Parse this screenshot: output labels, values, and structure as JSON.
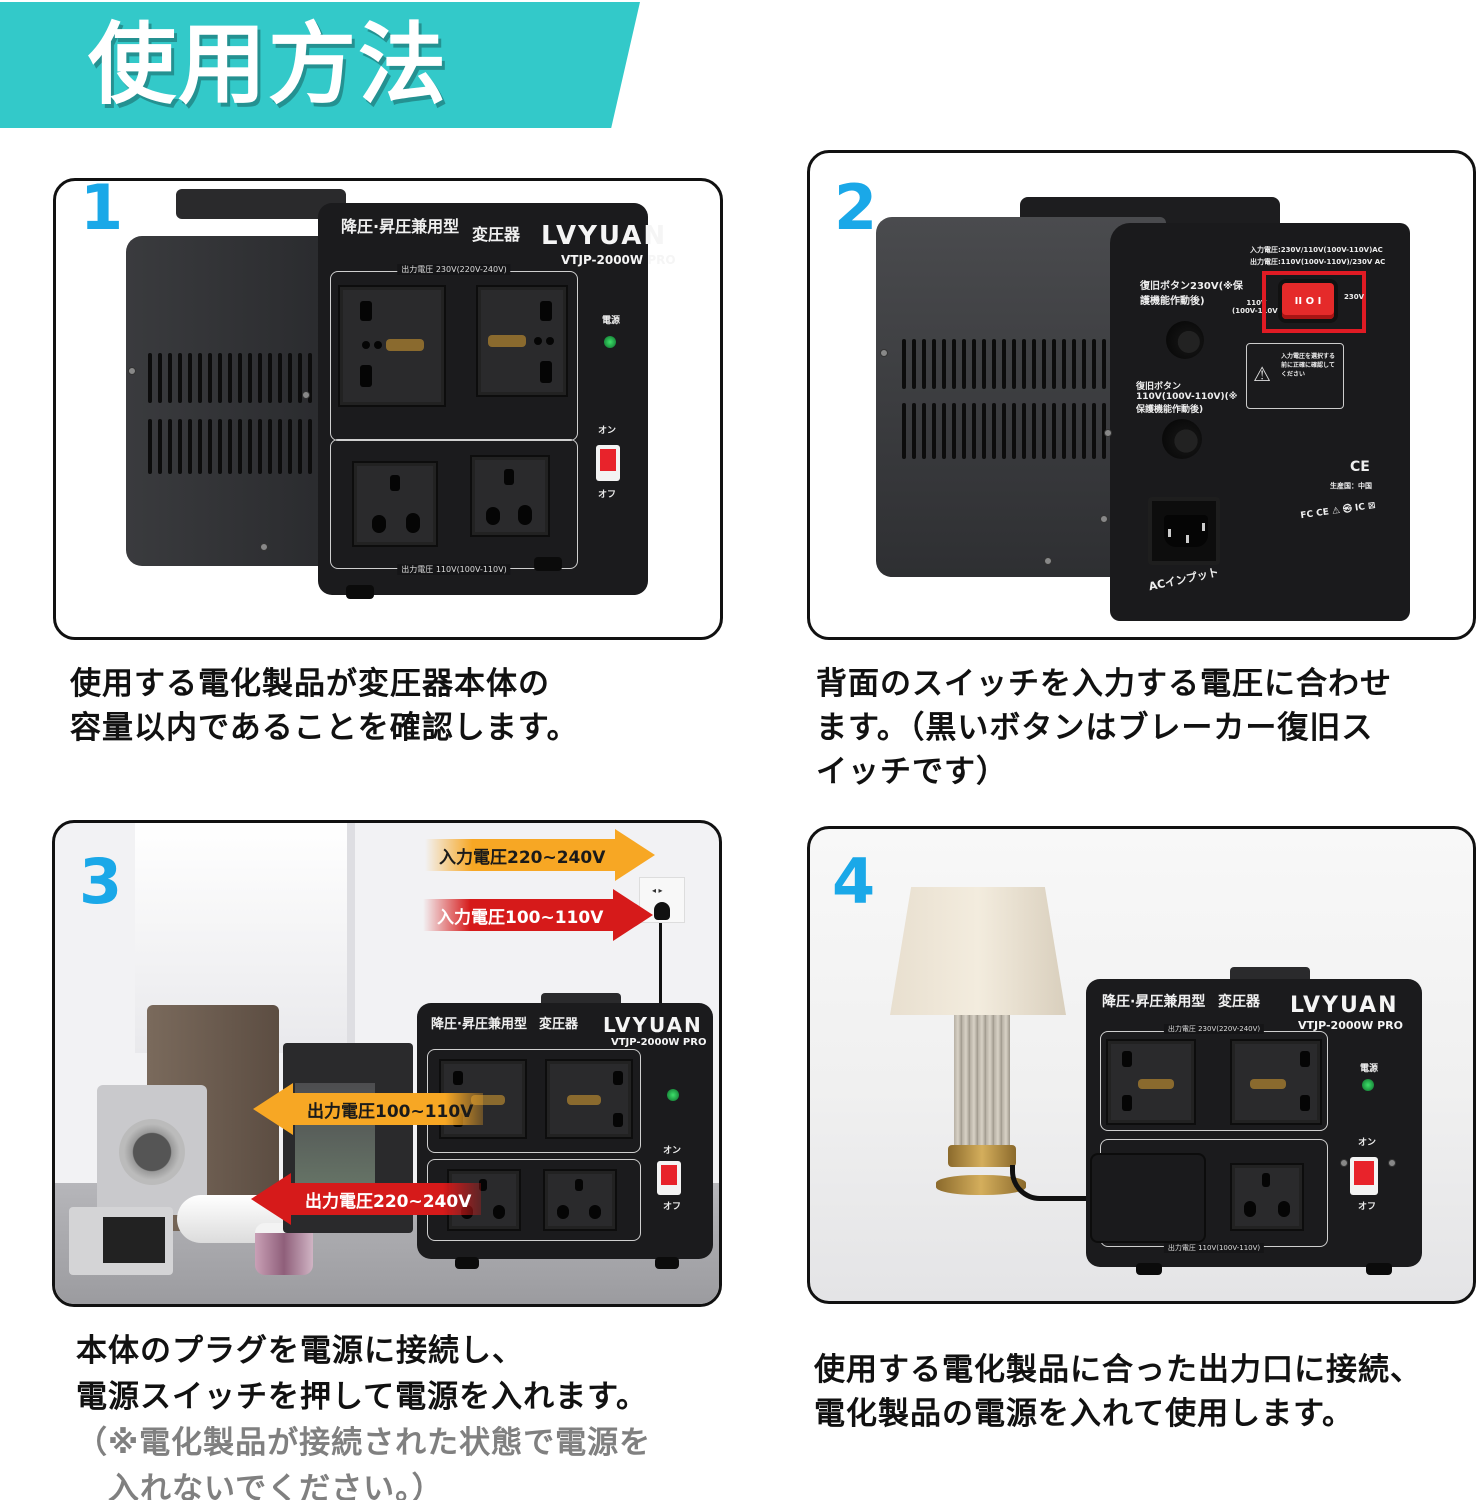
{
  "header": {
    "title": "使用方法",
    "banner_color": "#33c9c9"
  },
  "accent_number_color": "#1aa8e8",
  "product": {
    "type_label": "降圧·昇圧兼用型",
    "device_label": "変圧器",
    "brand": "LVYUAN",
    "model": "VTJP-2000W PRO",
    "output_high_label": "出力電圧 230V(220V-240V)",
    "output_low_label": "出力電圧 110V(100V-110V)",
    "power_led_label": "電源",
    "switch_on_label": "オン",
    "switch_off_label": "オフ"
  },
  "steps": [
    {
      "number": "1",
      "caption_lines": [
        "使用する電化製品が変圧器本体の",
        "容量以内であることを確認します。"
      ]
    },
    {
      "number": "2",
      "caption_lines": [
        "背面のスイッチを入力する電圧に合わせ",
        "ます。（黒いボタンはブレーカー復旧ス",
        "イッチです）"
      ],
      "rear_panel": {
        "spec_line_1": "入力電圧:230V/110V(100V-110V)AC",
        "spec_line_2": "出力電圧:110V(100V-110V)/230V AC",
        "reset_230_label_1": "復旧ボタン230V(※保",
        "reset_230_label_2": "護機能作動後)",
        "reset_110_label_1": "復旧ボタン",
        "reset_110_label_2": "110V(100V-110V)(※",
        "reset_110_label_3": "保護機能作動後)",
        "selector_left_1": "110V",
        "selector_left_2": "(100V-110V)",
        "selector_right": "230V",
        "warning_text": "入力電圧を選択する前に正確に確認してください",
        "ce_mark": "CE",
        "origin_label": "生産国：中国",
        "cert_marks": "FC CE ⚠ ㉿ IC ⊠",
        "ac_input_label": "ACインプット",
        "highlight_color": "#e01b24"
      }
    },
    {
      "number": "3",
      "caption_lines": [
        "本体のプラグを電源に接続し、",
        "電源スイッチを押して電源を入れます。"
      ],
      "note_lines": [
        "（※電化製品が接続された状態で電源を",
        "　入れないでください。）"
      ],
      "arrows": [
        {
          "label": "入力電圧220~240V",
          "direction": "right",
          "color": "#f7a724"
        },
        {
          "label": "入力電圧100~110V",
          "direction": "right",
          "color": "#d61a1a"
        },
        {
          "label": "出力電圧100~110V",
          "direction": "left",
          "color": "#f7a724"
        },
        {
          "label": "出力電圧220~240V",
          "direction": "left",
          "color": "#d61a1a"
        }
      ]
    },
    {
      "number": "4",
      "caption_lines": [
        "使用する電化製品に合った出力口に接続、",
        "電化製品の電源を入れて使用します。"
      ]
    }
  ]
}
